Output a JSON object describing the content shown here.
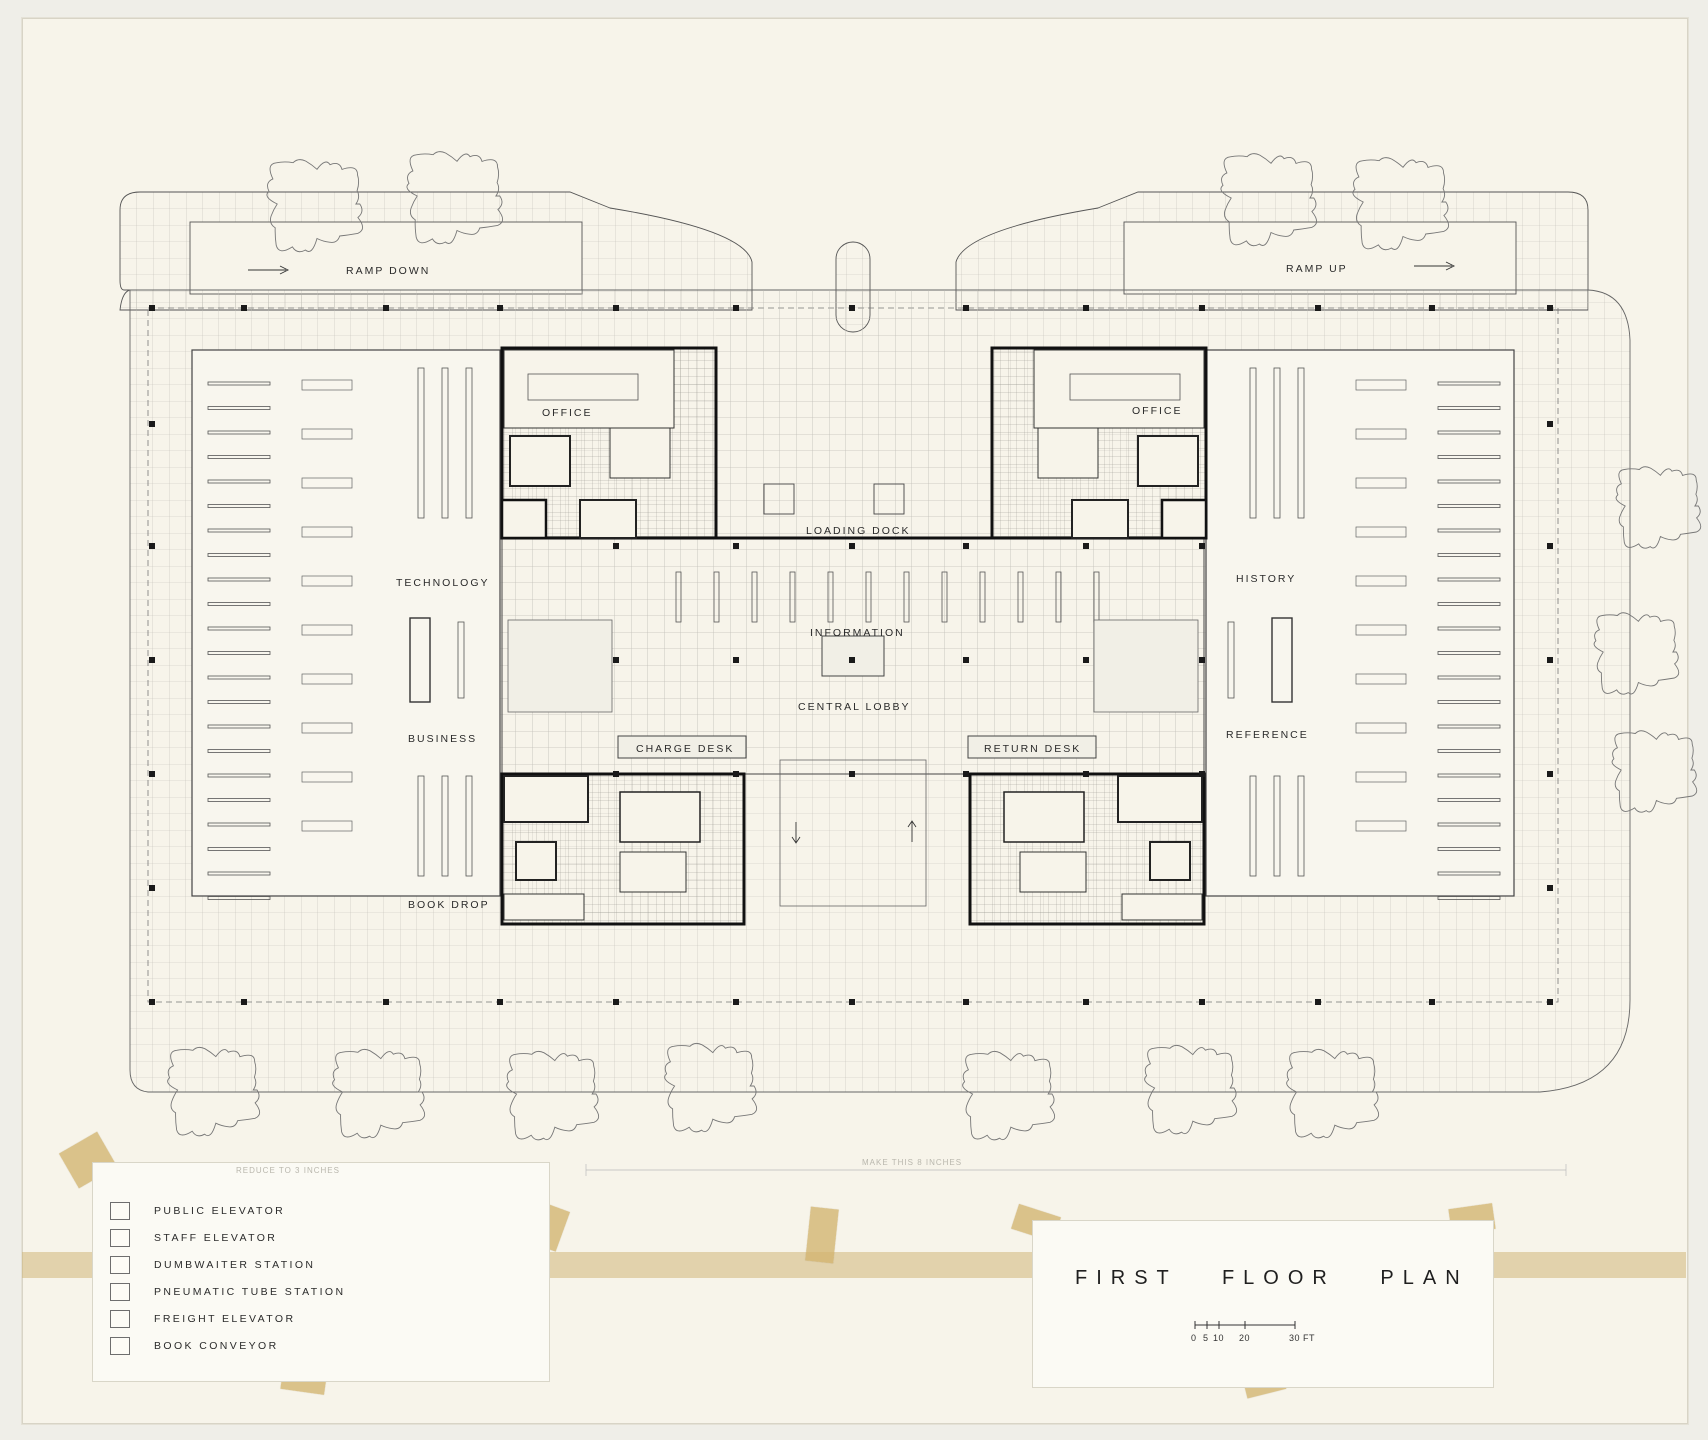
{
  "plan": {
    "labels": {
      "ramp_down": "RAMP DOWN",
      "ramp_up": "RAMP UP",
      "office_left": "OFFICE",
      "office_right": "OFFICE",
      "loading_dock": "LOADING DOCK",
      "technology": "TECHNOLOGY",
      "history": "HISTORY",
      "information": "INFORMATION",
      "central_lobby": "CENTRAL LOBBY",
      "business": "BUSINESS",
      "reference": "REFERENCE",
      "charge_desk": "CHARGE DESK",
      "return_desk": "RETURN DESK",
      "book_drop": "BOOK DROP"
    }
  },
  "legend": {
    "items": [
      "PUBLIC ELEVATOR",
      "STAFF ELEVATOR",
      "DUMBWAITER STATION",
      "PNEUMATIC TUBE STATION",
      "FREIGHT ELEVATOR",
      "BOOK CONVEYOR"
    ]
  },
  "notes": {
    "reduce": "REDUCE TO 3 INCHES",
    "make": "MAKE THIS 8 INCHES"
  },
  "title_block": {
    "title": "FIRST FLOOR PLAN",
    "scale_ticks": [
      "0",
      "5",
      "10",
      "20",
      "30 FT"
    ]
  },
  "colors": {
    "ink": "#2a2a2a",
    "grid": "#bdbbb3",
    "paper": "#f7f4ea",
    "tape": "#d2b46e"
  }
}
